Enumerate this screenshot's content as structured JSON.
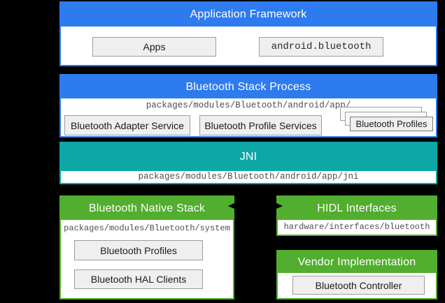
{
  "colors": {
    "blue": "#2E7BF0",
    "teal": "#0EA7A7",
    "green": "#52AE2E",
    "box_fill": "#EFEFEF",
    "box_border": "#9C9C9C",
    "path_text": "#4D4D4D",
    "arrow": "#000000"
  },
  "sections": {
    "app_framework": {
      "title": "Application Framework",
      "apps_label": "Apps",
      "android_bluetooth_label": "android.bluetooth"
    },
    "stack_process": {
      "title": "Bluetooth Stack Process",
      "path": "packages/modules/Bluetooth/android/app/",
      "adapter_service_label": "Bluetooth Adapter Service",
      "profile_services_label": "Bluetooth Profile Services",
      "profiles_stack_label": "Bluetooth Profiles"
    },
    "jni": {
      "title": "JNI",
      "path": "packages/modules/Bluetooth/android/app/jni"
    },
    "native_stack": {
      "title": "Bluetooth Native Stack",
      "path": "packages/modules/Bluetooth/system",
      "profiles_label": "Bluetooth Profiles",
      "hal_clients_label": "Bluetooth HAL Clients"
    },
    "hidl": {
      "title": "HIDL Interfaces",
      "path": "hardware/interfaces/bluetooth"
    },
    "vendor": {
      "title": "Vendor Implementation",
      "controller_label": "Bluetooth Controller"
    }
  }
}
